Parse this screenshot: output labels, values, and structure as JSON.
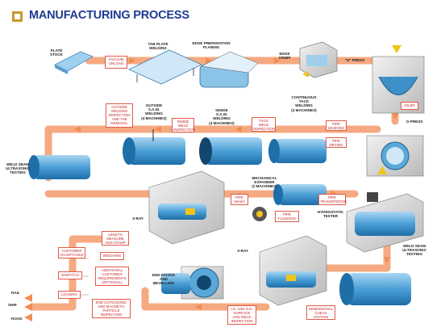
{
  "title": "MANUFACTURING PROCESS",
  "accent_color": "#f39c6b",
  "box_border_color": "#e05a4a",
  "pipe_color": "#5aa8d8",
  "stations": {
    "plate_stock": "PLATE\nSTOCK",
    "tab_plate_welding": "TAB PLATE\nWELDING",
    "edge_preparation": "EDGE PREPARATION\nPLANING",
    "edge_crimp": "EDGE\nCRIMP",
    "u_press": "\"U\" PRESS",
    "o_press": "O-PRESS",
    "continuous_tack": "CONTINUOUS\nTACK\nWELDING\n(3 MACHINES)",
    "inside_saw": "INSIDE\nS.A.W.\nWELDING\n(4 MACHINES)",
    "outside_saw": "OUTSIDE\nS.A.W.\nWELDING\n(4 MACHINES)",
    "weld_seam_us_1": "WELD SEAM\nULTRASONIC\nTESTING",
    "xray_1": "X-RAY",
    "mech_expander": "MECHANICAL\nEXPANDER\n(2 MACHINES)",
    "hydrostatic": "HYDROSTATIC\nTESTER",
    "weld_seam_us_2": "WELD SEAM\nULTRASONIC\nTESTING",
    "xray_2": "X-RAY",
    "end_facing": "END FACING\nAND\nBEVELLING",
    "rail": "RAIL",
    "ship": "SHIP",
    "road": "ROAD"
  },
  "boxes": {
    "vacuum_unload": "VACUUM\nUNLOAD",
    "outside_welding_inspection": "OUTSIDE\nWELDING\nINSPECTION\nAND TAB\nREMOVAL",
    "inside_weld_inspection": "INSIDE\nWELD\nINSPECTION",
    "tack_weld_inspection": "TACK\nWELD\nINSPECTION",
    "pipe_washing": "PIPE\nWASHING",
    "pipe_drying": "PIPE\nDRYING",
    "oiler": "OILER",
    "pipe_wash": "PIPE\nWASH",
    "pipe_flushing": "PIPE\nFLUSHING",
    "pipe_transporter": "PIPE\nTRANSPORTER",
    "length_measure": "LENGTH\nMEASURE\nAND STAMP",
    "weighing": "WEIGHING",
    "customer_acceptance": "CUSTOMER\nACCEPTANCE",
    "additional_requirements": "ADDITIONAL\nCUSTOMER\nREQUIREMENTS\n(OPTIONAL)",
    "dispatch": "DISPATCH",
    "loading": "LOADING",
    "end_ultrasonic": "END ULTRASONIC\nAND MAGNETIC\nPARTICLE\nINSPECTION",
    "id_od_surface": "I.D. AND O.D.\nSURFACE\nAND WELD\nINSPECTION",
    "dimensional_check": "DIMENSIONAL\nCHECK\nSTATION"
  }
}
